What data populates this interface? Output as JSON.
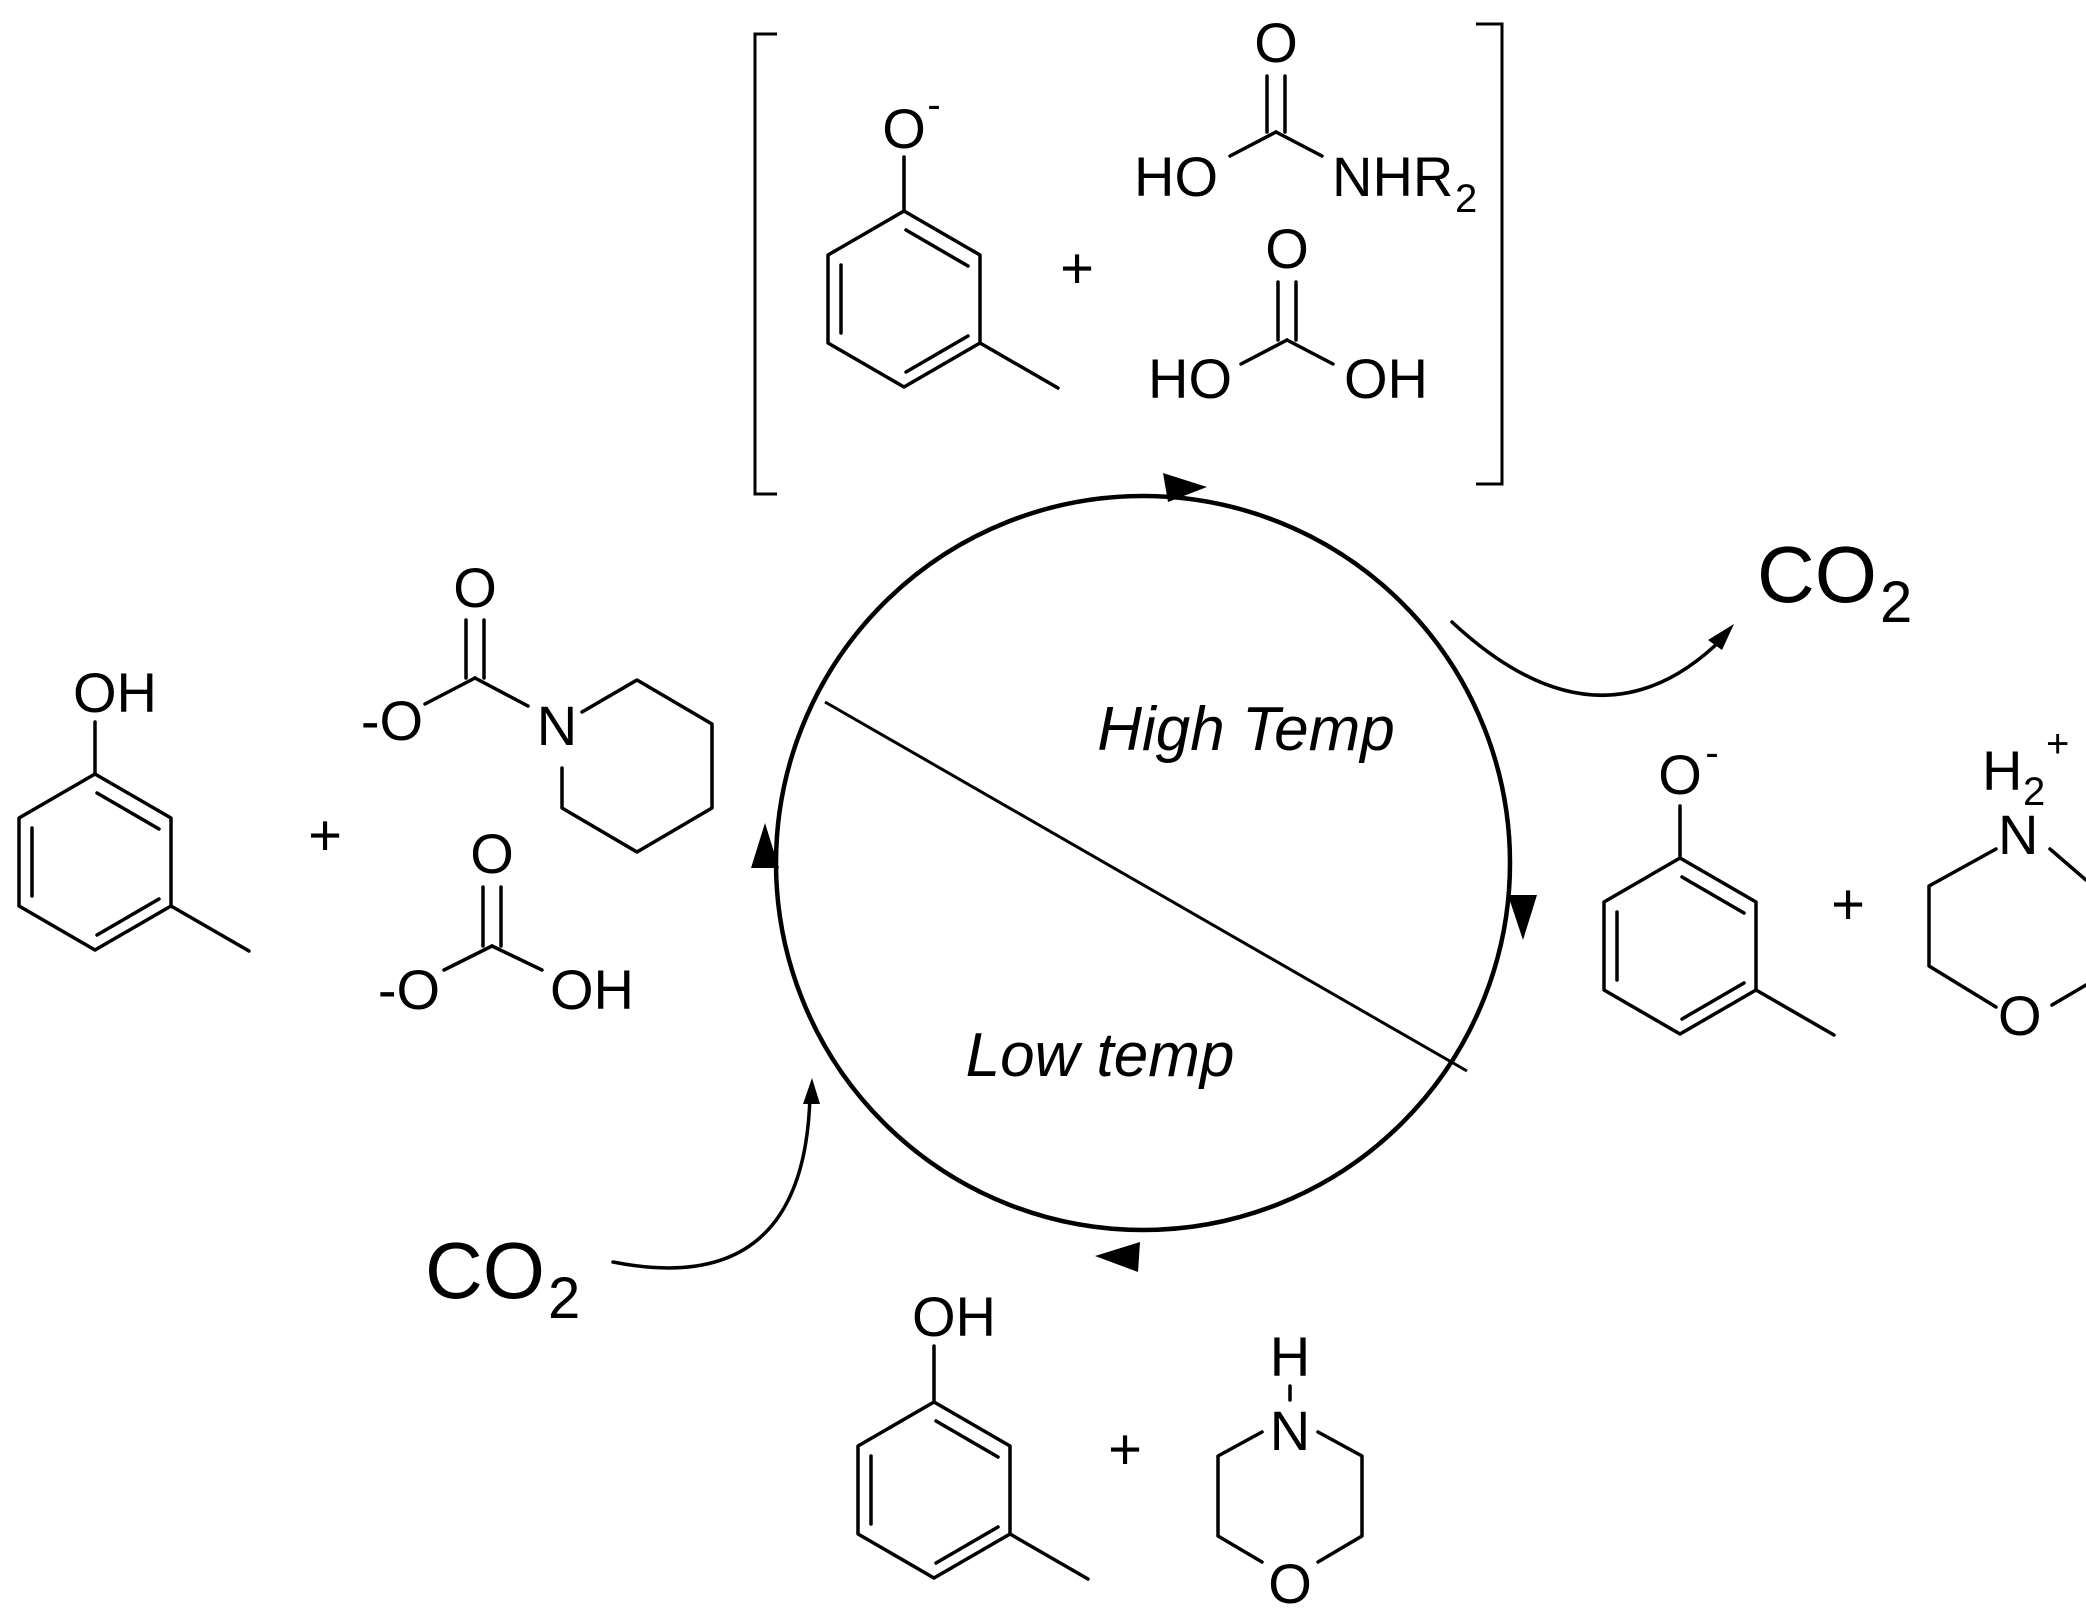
{
  "labels": {
    "o_minus": "O",
    "minus": "-",
    "oxygen": "O",
    "hydroxyl": "OH",
    "ho": "HO",
    "nhr": "NHR",
    "sub_2": "2",
    "nitrogen": "N",
    "hydrogen": "H",
    "h2": "H",
    "plus_charge": "+",
    "neg_o": "-O",
    "plus_sign": "+",
    "co2_main": "CO",
    "co2_sub": "2"
  },
  "conditions": {
    "high": "High Temp",
    "low": "Low temp"
  }
}
